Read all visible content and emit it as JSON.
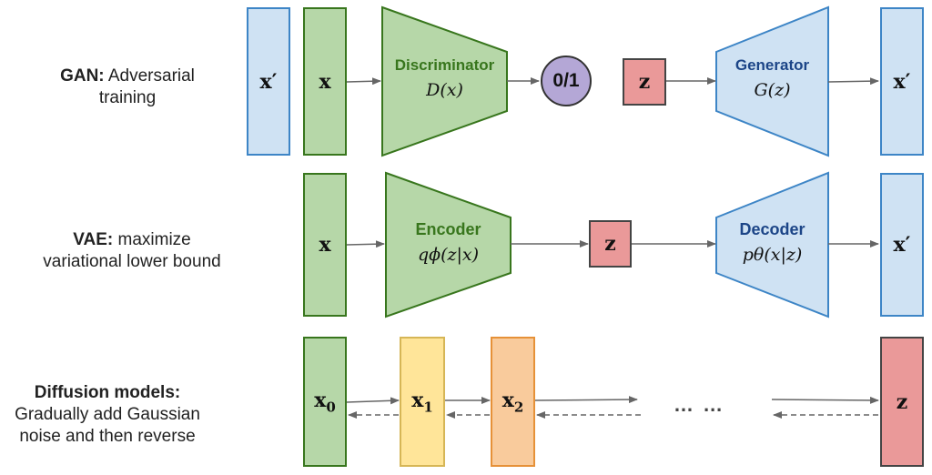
{
  "gan": {
    "label_bold": "GAN:",
    "label_rest": " Adversarial",
    "label_line2": "training",
    "x_prime_left": "x′",
    "x": "x",
    "disc_title": "Discriminator",
    "disc_math": "D(x)",
    "output": "0/1",
    "z": "z",
    "gen_title": "Generator",
    "gen_math": "G(z)",
    "x_prime_right": "x′"
  },
  "vae": {
    "label_bold": "VAE:",
    "label_rest": " maximize",
    "label_line2": "variational lower bound",
    "x": "x",
    "enc_title": "Encoder",
    "enc_math": "qϕ(z|x)",
    "z": "z",
    "dec_title": "Decoder",
    "dec_math": "pθ(x|z)",
    "x_prime": "x′"
  },
  "diffusion": {
    "label_bold": "Diffusion models:",
    "label_line2": "Gradually add Gaussian",
    "label_line3": "noise and then reverse",
    "x0": "x",
    "x0_sub": "0",
    "x1": "x",
    "x1_sub": "1",
    "x2": "x",
    "x2_sub": "2",
    "dots": "… …",
    "z": "z"
  },
  "colors": {
    "blue_fill": "#cfe2f3",
    "green_fill": "#b6d7a8",
    "yellow_fill": "#ffe599",
    "orange_fill": "#f9cb9c",
    "red_fill": "#ea9999",
    "purple_fill": "#b4a7d6",
    "disc_text": "#38761d",
    "gen_text": "#1c4587"
  }
}
